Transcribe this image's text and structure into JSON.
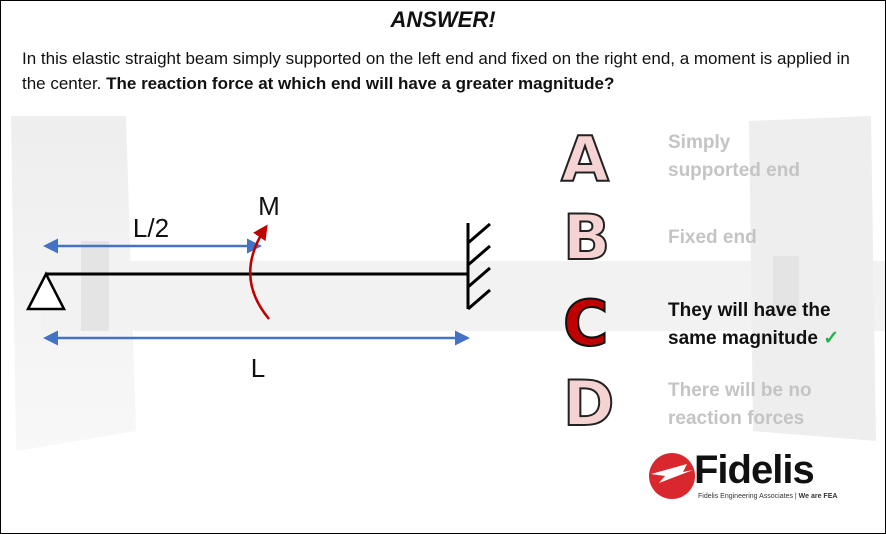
{
  "title": "ANSWER!",
  "question": {
    "text": "In this elastic straight beam simply supported on the left end and fixed on the right end, a moment is applied in the center. ",
    "bold": "The reaction force at which end will have a greater magnitude?"
  },
  "diagram": {
    "half_length_label": "L/2",
    "moment_label": "M",
    "length_label": "L"
  },
  "options": [
    {
      "letter": "A",
      "line1": "Simply",
      "line2": "supported end",
      "state": "faded"
    },
    {
      "letter": "B",
      "line1": "Fixed end",
      "line2": "",
      "state": "faded"
    },
    {
      "letter": "C",
      "line1": "They will have the",
      "line2": "same magnitude",
      "state": "correct",
      "mark": "✓"
    },
    {
      "letter": "D",
      "line1": "There will be no",
      "line2": "reaction forces",
      "state": "faded"
    }
  ],
  "logo": {
    "name": "Fidelis",
    "tagline": "Fidelis Engineering Associates | ",
    "tagline_bold": "We are FEA"
  },
  "colors": {
    "dimension_arrow": "#4472c4",
    "moment": "#c00000",
    "correct_letter": "#c00000",
    "faded_letter": "#f6d3d3",
    "check": "#22b14c",
    "faded_text": "#c4c4c4"
  }
}
